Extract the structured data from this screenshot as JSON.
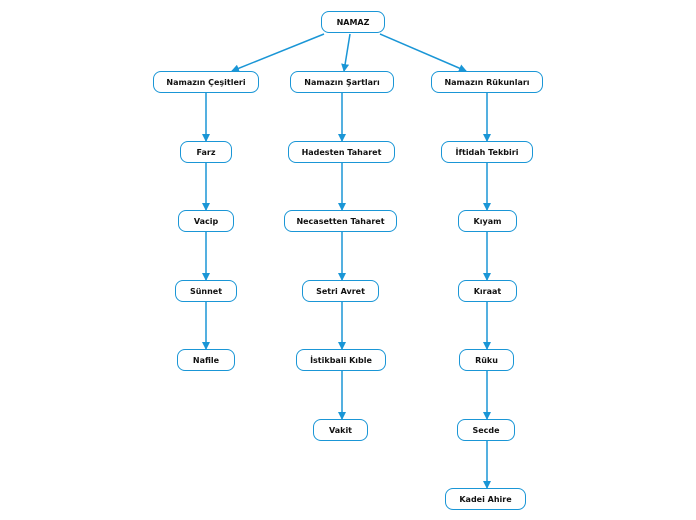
{
  "colors": {
    "accent": "#1a96d6",
    "text": "#111111",
    "background": "#ffffff"
  },
  "root": {
    "label": "NAMAZ"
  },
  "branches": [
    {
      "label": "Namazın Çeşitleri",
      "children": [
        "Farz",
        "Vacip",
        "Sünnet",
        "Nafile"
      ]
    },
    {
      "label": "Namazın Şartları",
      "children": [
        "Hadesten Taharet",
        "Necasetten Taharet",
        "Setri Avret",
        "İstikbali Kıble",
        "Vakit"
      ]
    },
    {
      "label": "Namazın Rükunları",
      "children": [
        "İftidah Tekbiri",
        "Kıyam",
        "Kıraat",
        "Rüku",
        "Secde",
        "Kadei Ahire"
      ]
    }
  ]
}
